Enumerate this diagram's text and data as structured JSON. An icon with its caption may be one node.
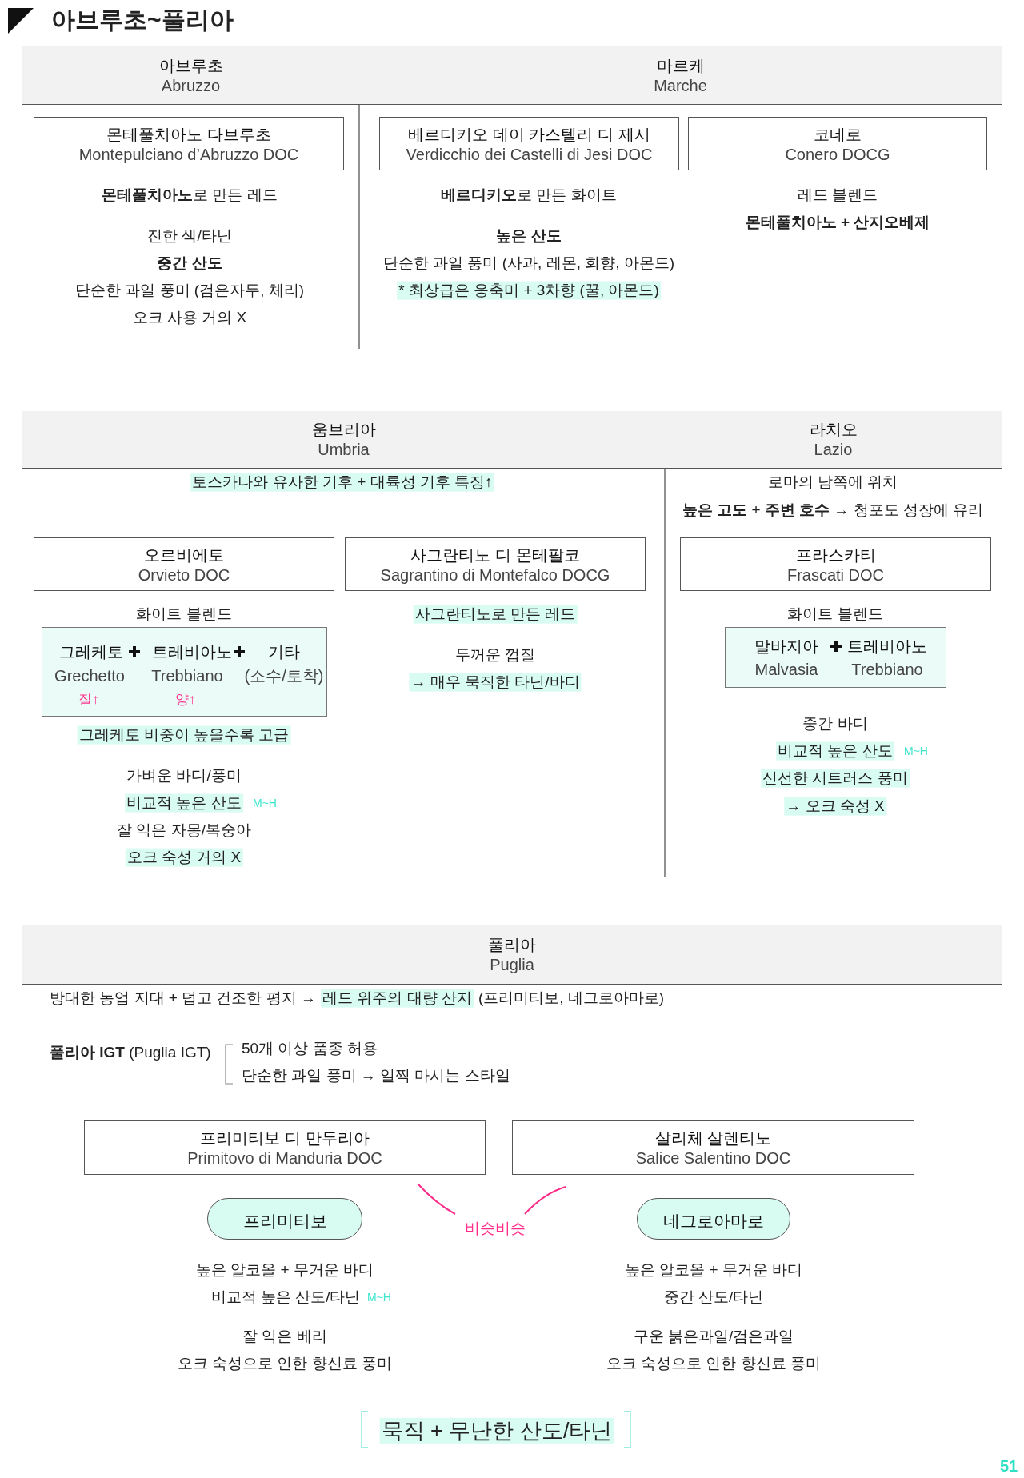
{
  "diagram": {
    "title": "아브루초~풀리아",
    "nodes": [
      {
        "text": [
          "아브루초",
          "Abruzzo"
        ]
      },
      {
        "text": [
          "마르케",
          "Marche"
        ]
      },
      {
        "text": [
          "몬테풀치아노 다브루초",
          "Montepulciano d’Abruzzo DOC"
        ]
      },
      {
        "text": [
          "베르디키오 데이 카스텔리 디 제시",
          "Verdicchio dei Castelli di Jesi DOC"
        ]
      },
      {
        "text": [
          "코네로",
          "Conero DOCG"
        ]
      },
      {
        "text": [
          "움브리아",
          "Umbria"
        ]
      },
      {
        "text": [
          "라치오",
          "Lazio"
        ]
      },
      {
        "text": [
          "오르비에토",
          "Orvieto DOC"
        ]
      },
      {
        "text": [
          "사그란티노 디 몬테팔코",
          "Sagrantino di Montefalco DOCG"
        ]
      },
      {
        "text": [
          "프라스카티",
          "Frascati DOC"
        ]
      },
      {
        "text": [
          "그레케토",
          "트레비아노",
          "기타",
          "Grechetto",
          "Trebbiano",
          "(소수/토착)",
          "질↑",
          "양↑"
        ]
      },
      {
        "text": [
          "말바지아",
          "트레비아노",
          "Malvasia",
          "Trebbiano"
        ]
      },
      {
        "text": [
          "풀리아",
          "Puglia"
        ]
      },
      {
        "text": [
          "프리미티보 디 만두리아",
          "Primitovo di Manduria DOC"
        ]
      },
      {
        "text": [
          "살리체 살렌티노",
          "Salice Salentino DOC"
        ]
      },
      {
        "text": [
          "프리미티보"
        ]
      },
      {
        "text": [
          "네그로아마로"
        ]
      }
    ],
    "labels": [
      "**몬테풀치아노**로 만든 레드",
      "진한 색/타닌",
      "중간 산도",
      "단순한 과일 풍미 (검은자두, 체리)",
      "오크 사용 거의 X",
      "**베르디키오**로 만든 화이트",
      "높은 산도",
      "단순한 과일 풍미 (사과, 레몬, 회향, 아몬드)",
      "* 최상급은 응축미 + 3차향 (꿀, 아몬드)",
      "레드 블렌드",
      "몬테풀치아노 + 산지오베제",
      "토스카나와 유사한 기후 + 대륙성 기후 특징↑",
      "로마의 남쪽에 위치",
      "**높은 고도** + **주변 호수** → 청포도 성장에 유리",
      "화이트 블렌드",
      "그레케토 비중이 높을수록 고급",
      "가벼운 바디/풍미",
      "비교적 높은 산도",
      "M~H",
      "잘 익은 자몽/복숭아",
      "오크 숙성 거의 X",
      "사그란티노로 만든 레드",
      "두꺼운 껍질",
      "→ 매우 묵직한 타닌/바디",
      "화이트 블렌드",
      "중간 바디",
      "비교적 높은 산도",
      "M~H",
      "신선한 시트러스 풍미",
      "→ 오크 숙성 X",
      "방대한 농업 지대 + 덥고 건조한 평지 →",
      "레드 위주의 대량 산지",
      "(프리미티보, 네그로아마로)",
      "**풀리아 IGT** (Puglia IGT)",
      "50개 이상 품종 허용",
      "단순한 과일 풍미 → 일찍 마시는 스타일",
      "비슷비슷",
      "높은 알코올 + 무거운 바디",
      "비교적 높은 산도/타닌",
      "M~H",
      "잘 익은 베리",
      "오크 숙성으로 인한 향신료 풍미",
      "높은 알코올 + 무거운 바디",
      "중간 산도/타닌",
      "구운 붉은과일/검은과일",
      "오크 숙성으로 인한 향신료 풍미",
      "묵직 + 무난한 산도/타닌",
      "51"
    ]
  }
}
